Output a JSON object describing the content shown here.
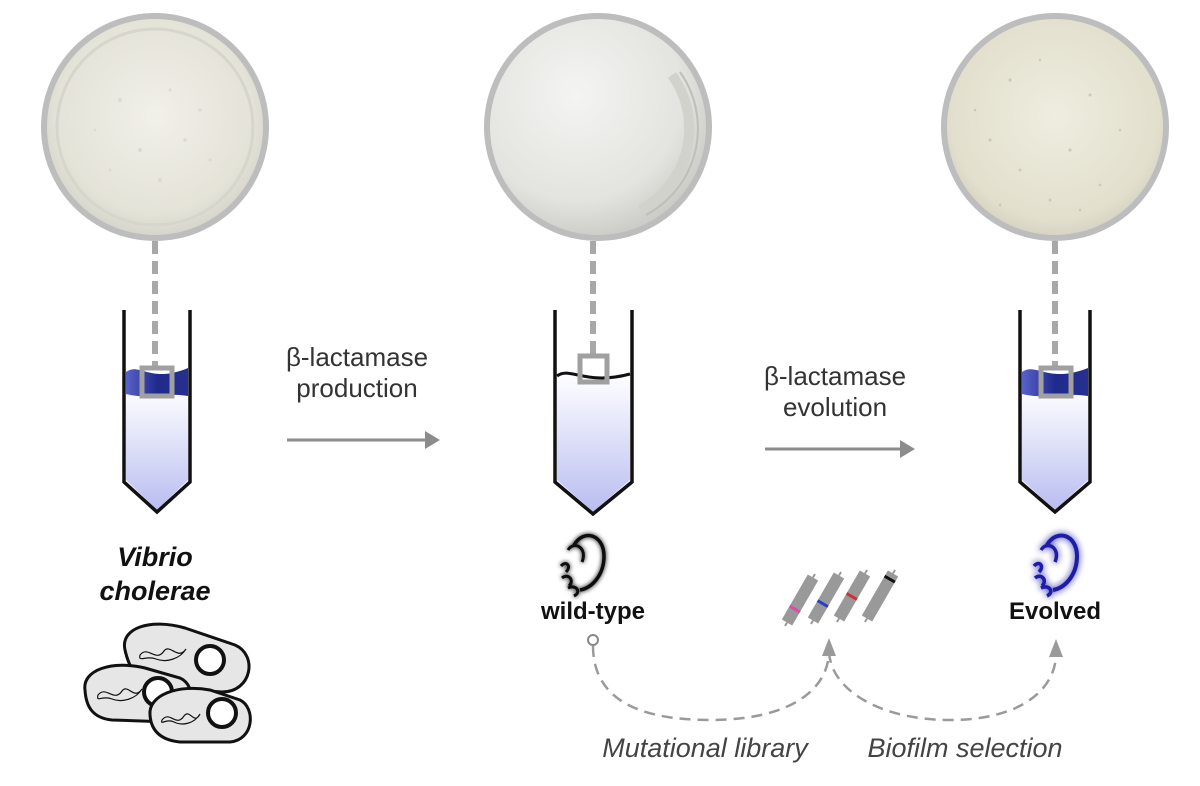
{
  "steps": [
    {
      "line1": "β-lactamase",
      "line2": "production"
    },
    {
      "line1": "β-lactamase",
      "line2": "evolution"
    }
  ],
  "organism": {
    "genus": "Vibrio",
    "species": "cholerae"
  },
  "enzyme_labels": {
    "wild_type": "wild-type",
    "evolved": "Evolved"
  },
  "process_labels": {
    "library": "Mutational library",
    "selection": "Biofilm selection"
  },
  "colors": {
    "liquid_dark": "#1f2a8c",
    "liquid_light": "#c8ccf0",
    "evolved_glow": "#3b3bff",
    "dish_rim": "#bdbdbd",
    "arrow": "#8c8c8c",
    "mutation_marks": [
      "#d94ea8",
      "#2b3bd0",
      "#d0303a",
      "#111111"
    ]
  }
}
